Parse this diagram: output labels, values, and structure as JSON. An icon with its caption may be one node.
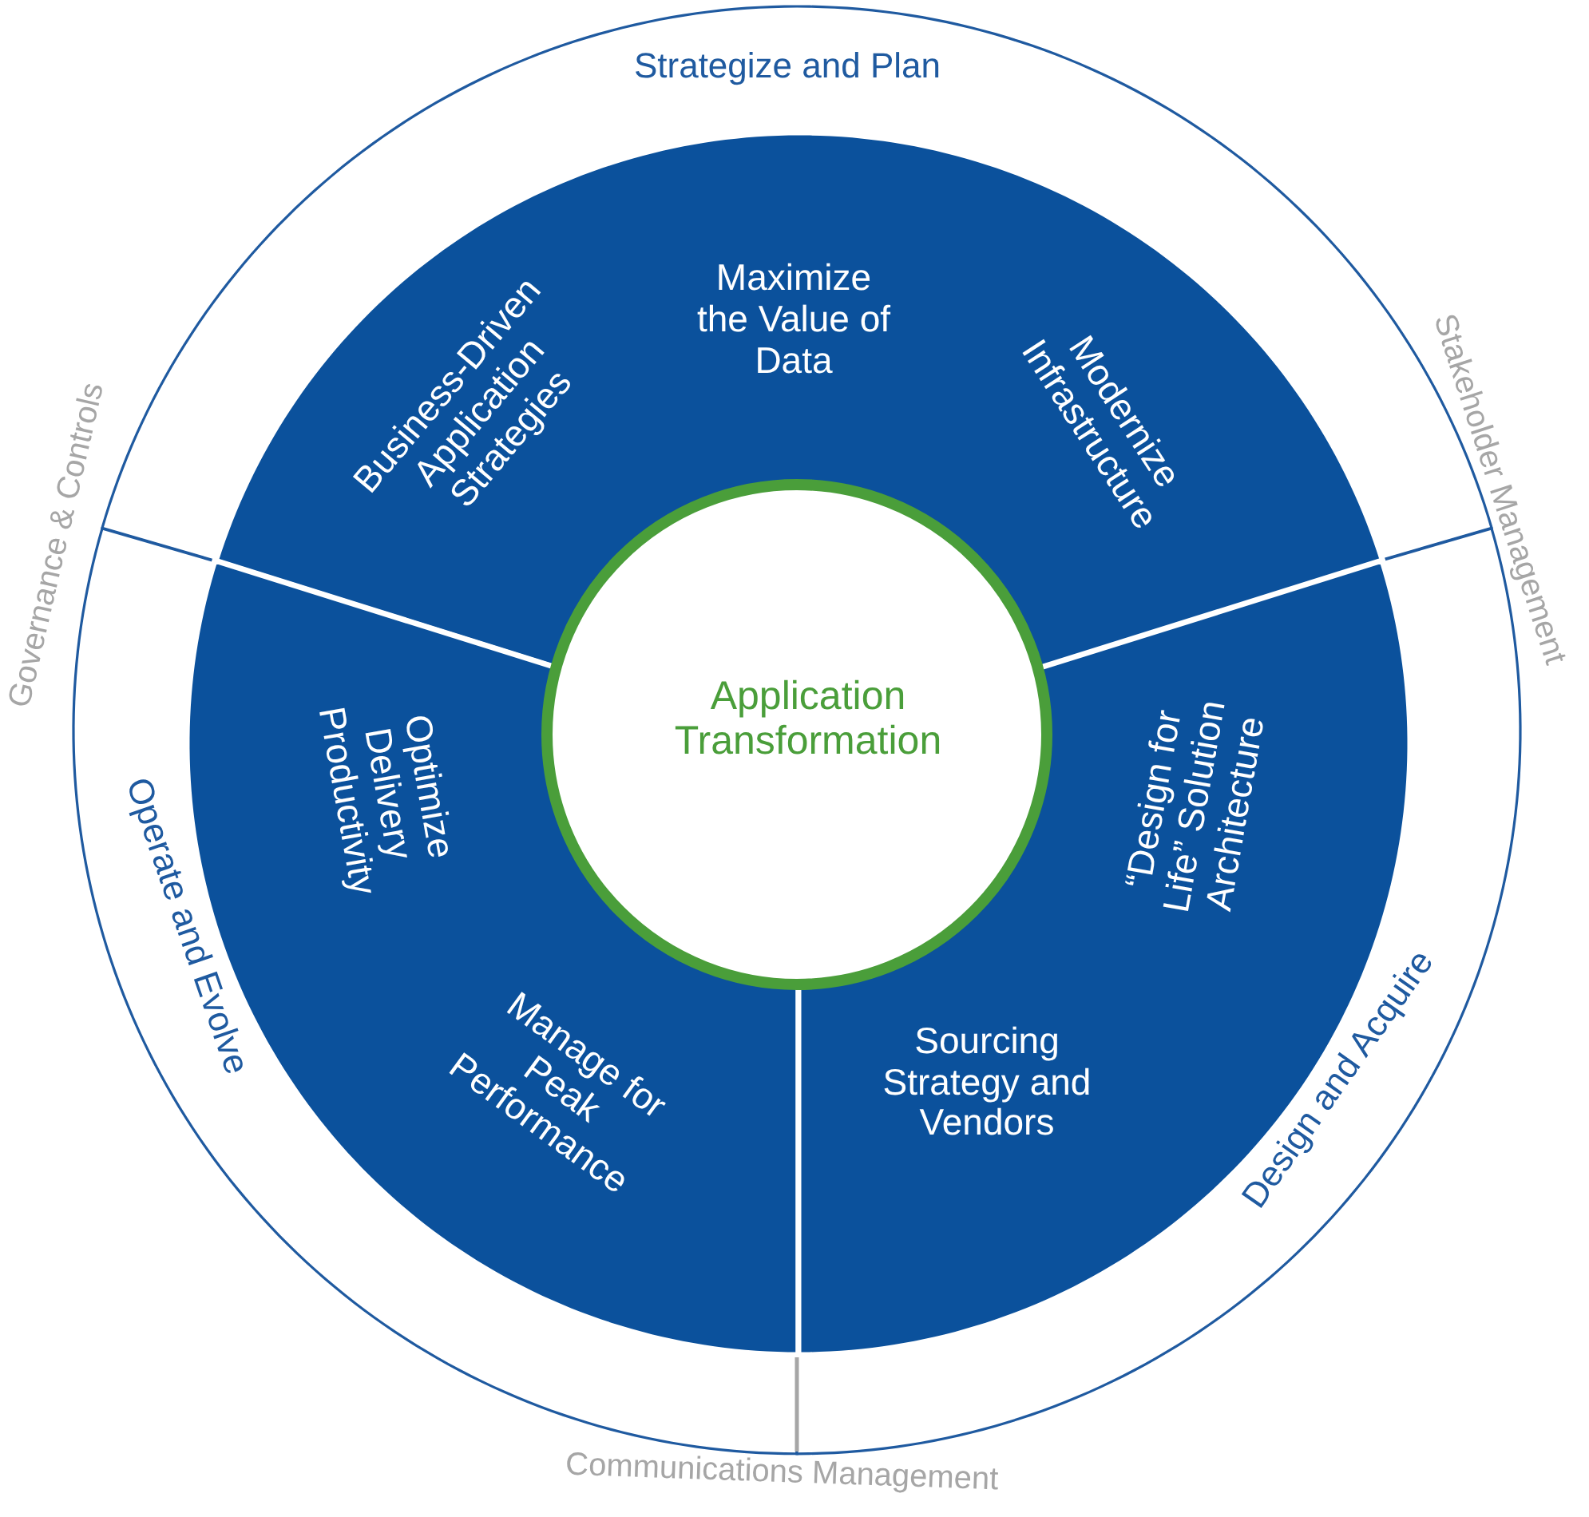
{
  "diagram": {
    "nodes": [
      {
        "text": [
          "Strategize and Plan"
        ]
      },
      {
        "text": [
          "Business-Driven Application Strategies",
          "Maximize the Value of Data",
          "Modernize Infrastructure"
        ]
      },
      {
        "text": [
          "Application Transformation"
        ]
      },
      {
        "text": [
          "Optimize Delivery Productivity",
          "Manage for Peak Performance"
        ]
      },
      {
        "text": [
          "“Design for Life” Solution Architecture",
          "Sourcing Strategy and Vendors"
        ]
      },
      {
        "text": [
          "Operate and Evolve"
        ]
      },
      {
        "text": [
          "Design and Acquire"
        ]
      }
    ],
    "edges": [],
    "labels": [
      "Governance & Controls",
      "Stakeholder Management",
      "Communications Management"
    ]
  }
}
